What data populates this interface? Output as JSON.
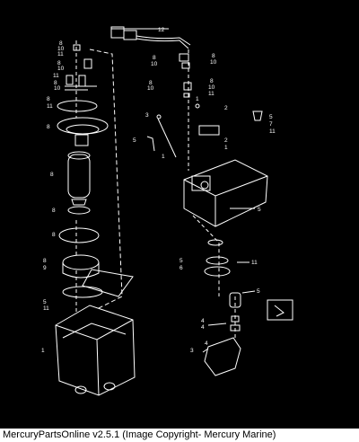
{
  "colors": {
    "background": "#000000",
    "line": "#ffffff",
    "caption_bg": "#ffffff",
    "caption_text": "#000000"
  },
  "labels": {
    "l12": "12",
    "l8a": "8",
    "l10a": "10",
    "l11a": "11",
    "l8b": "8",
    "l10b": "10",
    "l11c": "11",
    "l8c": "8",
    "l10c": "10",
    "l8d": "8",
    "l11d": "11",
    "l8e": "8",
    "l8f": "8",
    "l8g": "8",
    "l8h": "8",
    "l8i": "8",
    "l9i": "9",
    "l5a": "5",
    "l11e": "11",
    "l1": "1",
    "l8j": "8",
    "l10j": "10",
    "l8k": "8",
    "l10k": "10",
    "l8l": "8",
    "l10l": "10",
    "l8m": "8",
    "l10m": "10",
    "l11m": "11",
    "l3a": "3",
    "l1b": "1",
    "l2a": "2",
    "l5b": "5",
    "l7b": "7",
    "l11b": "11",
    "l5c": "5",
    "l2b": "2",
    "l1c": "1",
    "l1d": "1",
    "l5d": "5",
    "l5e": "5",
    "l6e": "6",
    "l11f": "11",
    "l5f": "5",
    "l4a": "4",
    "l4b": "4",
    "l3b": "3",
    "l4c": "4"
  },
  "caption": "MercuryPartsOnline v2.5.1 (Image Copyright- Mercury Marine)"
}
